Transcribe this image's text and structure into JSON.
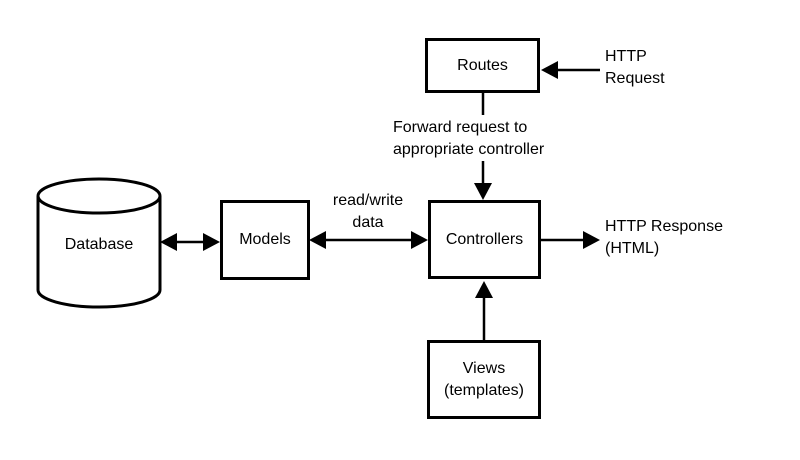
{
  "nodes": {
    "routes": {
      "label": "Routes"
    },
    "database": {
      "label": "Database"
    },
    "models": {
      "label": "Models"
    },
    "controllers": {
      "label": "Controllers"
    },
    "views": {
      "line1": "Views",
      "line2": "(templates)"
    }
  },
  "edge_labels": {
    "http_request": {
      "line1": "HTTP",
      "line2": "Request"
    },
    "forward": {
      "line1": "Forward request to",
      "line2": "appropriate controller"
    },
    "read_write": {
      "line1": "read/write",
      "line2": "data"
    },
    "http_response": {
      "line1": "HTTP Response",
      "line2": "(HTML)"
    }
  },
  "colors": {
    "stroke": "#000000",
    "background": "#ffffff",
    "text": "#000000"
  }
}
